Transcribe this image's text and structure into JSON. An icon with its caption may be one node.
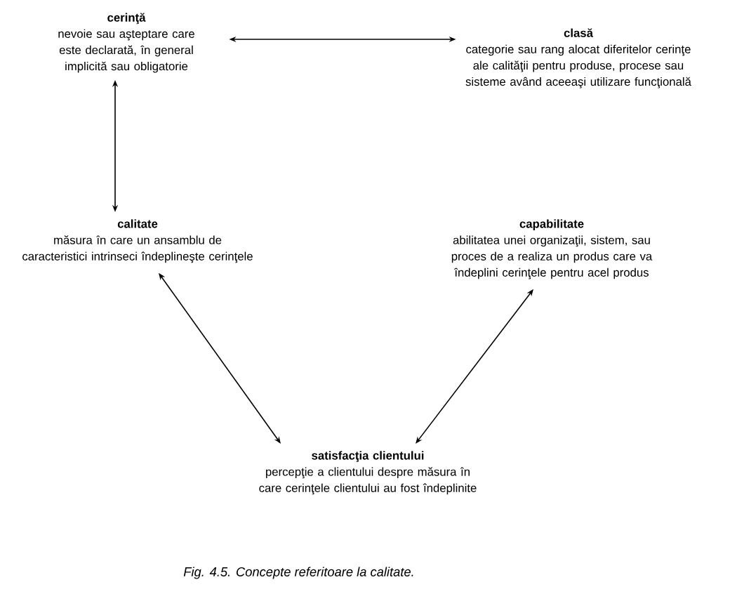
{
  "diagram": {
    "caption": "Fig. 4.5. Concepte referitoare la calitate.",
    "nodes": [
      {
        "text": [
          "cerinţă",
          "nevoie sau aşteptare care este declarată, în general implicită sau obligatorie"
        ]
      },
      {
        "text": [
          "clasă",
          "categorie sau rang alocat diferitelor cerinţe ale calităţii pentru produse, procese sau sisteme având aceeaşi utilizare funcţională"
        ]
      },
      {
        "text": [
          "calitate",
          "măsura în care un ansamblu de caracteristici intrinseci îndeplineşte cerinţele"
        ]
      },
      {
        "text": [
          "capabilitate",
          "abilitatea unei organizaţii, sistem, sau proces de a realiza un produs care va îndeplini cerinţele pentru acel produs"
        ]
      },
      {
        "text": [
          "satisfacţia clientului",
          "percepţie a clientului despre măsura în care cerinţele clientului au fost îndeplinite"
        ]
      }
    ],
    "edges": [
      {
        "from": 0,
        "to": 1,
        "arrow": "both"
      },
      {
        "from": 0,
        "to": 2,
        "arrow": "both"
      },
      {
        "from": 2,
        "to": 4,
        "arrow": "both"
      },
      {
        "from": 3,
        "to": 4,
        "arrow": "both"
      }
    ]
  }
}
